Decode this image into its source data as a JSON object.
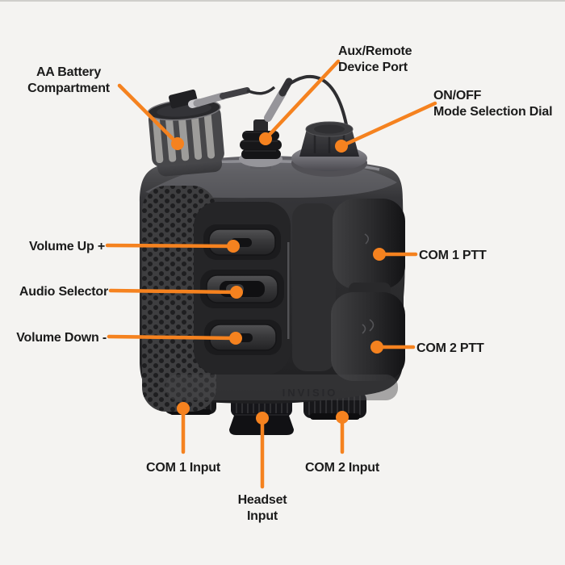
{
  "diagram": {
    "subject": "audio control unit callout diagram",
    "brand_marking": "INVISIO"
  },
  "colors": {
    "background": "#f4f3f1",
    "callout_orange": "#f5821f",
    "label_text": "#1b1b1b",
    "device_body_dark": "#2c2c2e",
    "device_top_sheen": "#76757b"
  },
  "callouts": {
    "aa_battery": {
      "line1": "AA Battery",
      "line2": "Compartment"
    },
    "aux_remote": {
      "line1": "Aux/Remote",
      "line2": "Device Port"
    },
    "on_off_dial": {
      "line1": "ON/OFF",
      "line2": "Mode Selection Dial"
    },
    "volume_up": {
      "text": "Volume Up +"
    },
    "audio_selector": {
      "text": "Audio Selector"
    },
    "volume_down": {
      "text": "Volume Down -"
    },
    "com1_ptt": {
      "text": "COM 1 PTT"
    },
    "com2_ptt": {
      "text": "COM 2 PTT"
    },
    "com1_input": {
      "text": "COM 1 Input"
    },
    "headset_input": {
      "line1": "Headset",
      "line2": "Input"
    },
    "com2_input": {
      "text": "COM 2 Input"
    }
  }
}
